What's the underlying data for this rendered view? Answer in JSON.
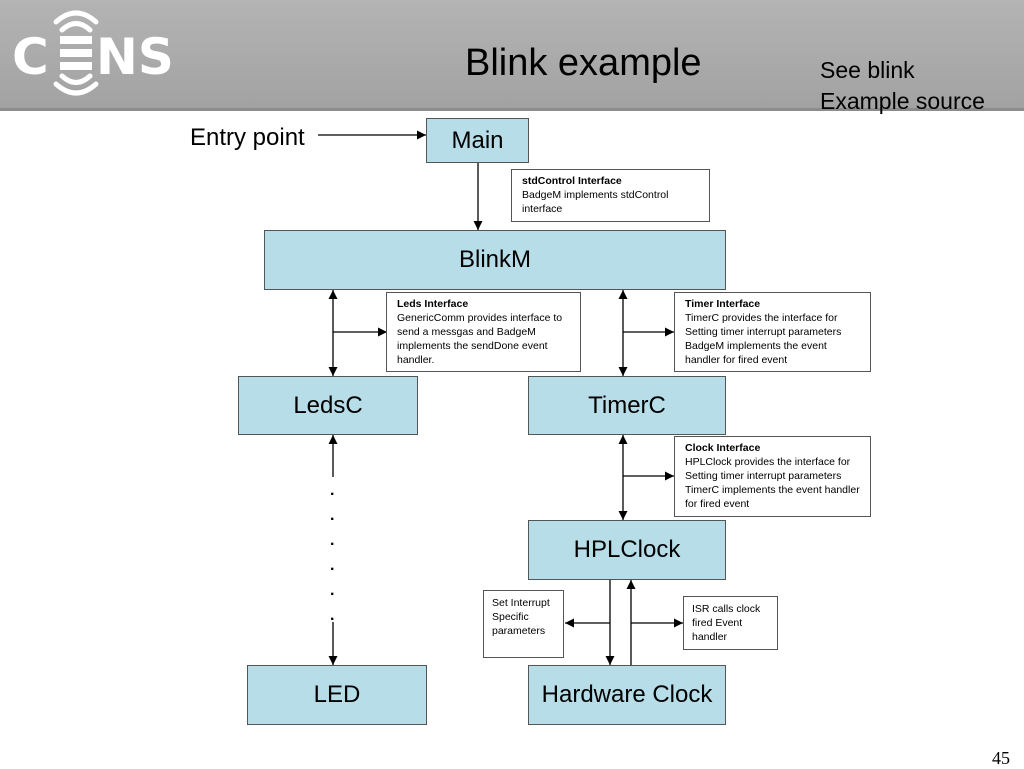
{
  "slide": {
    "title": "Blink example",
    "see_note_line1": "See blink",
    "see_note_line2": "Example source",
    "entry_label": "Entry point",
    "page_number": "45",
    "logo_text": "CENS"
  },
  "components": {
    "main": "Main",
    "blinkm": "BlinkM",
    "ledsc": "LedsC",
    "timerc": "TimerC",
    "hplclock": "HPLClock",
    "led": "LED",
    "hardware_clock": "Hardware Clock"
  },
  "notes": {
    "stdcontrol": {
      "title": "stdControl Interface",
      "body": "BadgeM implements stdControl interface"
    },
    "leds": {
      "title": "Leds Interface",
      "body": "GenericComm  provides interface to send a messgas and BadgeM implements the sendDone event handler."
    },
    "timer": {
      "title": "Timer Interface",
      "body": "TimerC provides the interface for Setting timer interrupt parameters BadgeM implements the event handler for fired event"
    },
    "clock": {
      "title": "Clock Interface",
      "body": "HPLClock provides the interface for Setting timer interrupt parameters TimerC implements the event handler for fired event"
    },
    "set_interrupt": {
      "body": "Set Interrupt Specific parameters"
    },
    "isr": {
      "body": "ISR calls clock fired Event handler"
    }
  },
  "ellipsis": ".\n.\n.\n.\n.\n.",
  "colors": {
    "box_fill": "#b6dde8",
    "header_gray": "#a8a8a8",
    "logo_white": "#ffffff"
  }
}
